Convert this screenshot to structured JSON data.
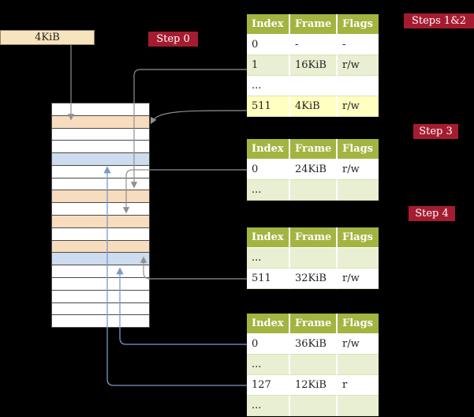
{
  "colors": {
    "background": "#000000",
    "badge_bg": "#a51c30",
    "badge_text": "#ffffff",
    "header_bg": "#a3b440",
    "header_text": "#ffffff",
    "row_white": "#ffffff",
    "row_green": "#e9efd2",
    "row_yellow": "#ffffc0",
    "cell_white": "#ffffff",
    "cell_peach": "#f8dcbe",
    "cell_blue": "#cddcee",
    "cr3_box_bg": "#f8e4bc",
    "arrow_gray": "#909090",
    "arrow_blue": "#7b9ac8",
    "table_text": "#222222"
  },
  "cr3_box": {
    "label": "4KiB"
  },
  "badges": {
    "step0": "Step 0",
    "steps12": "Steps 1&2",
    "step3": "Step 3",
    "step4": "Step 4"
  },
  "tables": [
    {
      "name": "level-4-table",
      "headers": [
        "Index",
        "Frame",
        "Flags"
      ],
      "rows": [
        {
          "bg": "white",
          "cells": [
            "0",
            "-",
            "-"
          ]
        },
        {
          "bg": "green",
          "cells": [
            "1",
            "16KiB",
            "r/w"
          ]
        },
        {
          "bg": "white",
          "cells": [
            "...",
            "",
            ""
          ]
        },
        {
          "bg": "yellow",
          "cells": [
            "511",
            "4KiB",
            "r/w"
          ]
        }
      ]
    },
    {
      "name": "level-3-table",
      "headers": [
        "Index",
        "Frame",
        "Flags"
      ],
      "rows": [
        {
          "bg": "white",
          "cells": [
            "0",
            "24KiB",
            "r/w"
          ]
        },
        {
          "bg": "green",
          "cells": [
            "...",
            "",
            ""
          ]
        }
      ]
    },
    {
      "name": "level-2-table",
      "headers": [
        "Index",
        "Frame",
        "Flags"
      ],
      "rows": [
        {
          "bg": "green",
          "cells": [
            "...",
            "",
            ""
          ]
        },
        {
          "bg": "white",
          "cells": [
            "511",
            "32KiB",
            "r/w"
          ]
        }
      ]
    },
    {
      "name": "level-1-table",
      "headers": [
        "Index",
        "Frame",
        "Flags"
      ],
      "rows": [
        {
          "bg": "white",
          "cells": [
            "0",
            "36KiB",
            "r/w"
          ]
        },
        {
          "bg": "green",
          "cells": [
            "...",
            "",
            ""
          ]
        },
        {
          "bg": "white",
          "cells": [
            "127",
            "12KiB",
            "r"
          ]
        },
        {
          "bg": "green",
          "cells": [
            "...",
            "",
            ""
          ]
        }
      ]
    }
  ],
  "memory": {
    "cells": [
      "white",
      "peach",
      "white",
      "white",
      "blue",
      "white",
      "white",
      "peach",
      "white",
      "peach",
      "white",
      "peach",
      "blue",
      "white",
      "white",
      "white",
      "white",
      "white"
    ]
  }
}
